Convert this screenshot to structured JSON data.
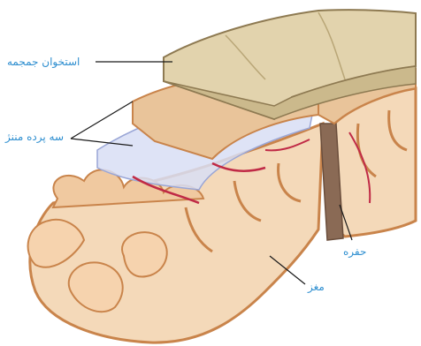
{
  "labels": {
    "skull": "استخوان جمجمه",
    "meninges": "سه پرده مننژ",
    "csf_space": "حفره",
    "brain": "مغز"
  },
  "colors": {
    "label_text": "#2f8fd0",
    "leader_line": "#1a1a1a",
    "skull": "#e2d3ad",
    "dura": "#e9c49a",
    "arachnoid": "#d8def5",
    "brain_tissue": "#f4d9b9",
    "brain_outline": "#c9844b",
    "vessels": "#c02a46"
  }
}
